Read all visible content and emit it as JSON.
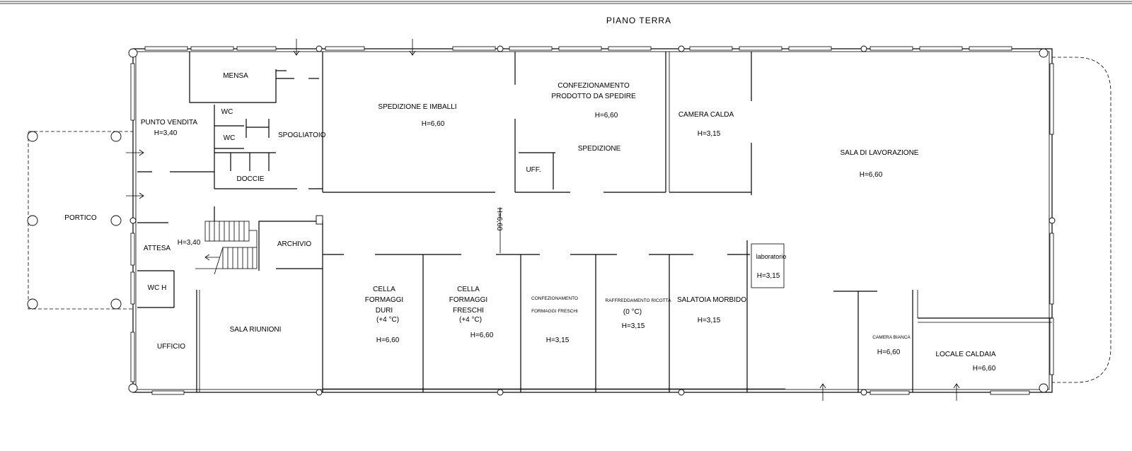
{
  "title": "PIANO  TERRA",
  "rooms": {
    "mensa": "MENSA",
    "punto_vendita": "PUNTO VENDITA",
    "punto_vendita_h": "H=3,40",
    "wc1": "WC",
    "wc2": "WC",
    "spogliatoio": "SPOGLIATOIO",
    "docce": "DOCCIE",
    "spedizione_imballi": "SPEDIZIONE E IMBALLI",
    "spedizione_imballi_h": "H=6,60",
    "confezionamento_1": "CONFEZIONAMENTO",
    "confezionamento_2": "PRODOTTO DA SPEDIRE",
    "confezionamento_h": "H=6,60",
    "spedizione": "SPEDIZIONE",
    "uff": "UFF.",
    "camera_calda": "CAMERA CALDA",
    "camera_calda_h": "H=3,15",
    "sala_lavorazione": "SALA DI LAVORAZIONE",
    "sala_lavorazione_h": "H=6,60",
    "portico": "PORTICO",
    "corridoio_h": "H=6,60",
    "attesa": "ATTESA",
    "attesa_h": "H=3,40",
    "archivio": "ARCHIVIO",
    "wc_h": "WC H",
    "ufficio": "UFFICIO",
    "sala_riunioni": "SALA RIUNIONI",
    "cella_duri_1": "CELLA",
    "cella_duri_2": "FORMAGGI",
    "cella_duri_3": "DURI",
    "cella_duri_4": "(+4 °C)",
    "cella_duri_h": "H=6,60",
    "cella_freschi_1": "CELLA",
    "cella_freschi_2": "FORMAGGI",
    "cella_freschi_3": "FRESCHI",
    "cella_freschi_4": "(+4 °C)",
    "cella_freschi_h": "H=6,60",
    "conf_freschi_1": "CONFEZIONAMENTO",
    "conf_freschi_2": "FORMAGGI FRESCHI",
    "conf_freschi_h": "H=3,15",
    "raffreddamento_1": "RAFFREDDAMENTO RICOTTA",
    "raffreddamento_2": "(0 °C)",
    "raffreddamento_h": "H=3,15",
    "salatoia": "SALATOIA MORBIDO",
    "salatoia_h": "H=3,15",
    "laboratorio": "laboratorio",
    "laboratorio_h": "H=3,15",
    "camera_bianca": "CAMERA BIANCA",
    "camera_bianca_h": "H=6,60",
    "locale_caldaia": "LOCALE CALDAIA",
    "locale_caldaia_h": "H=6,60"
  }
}
